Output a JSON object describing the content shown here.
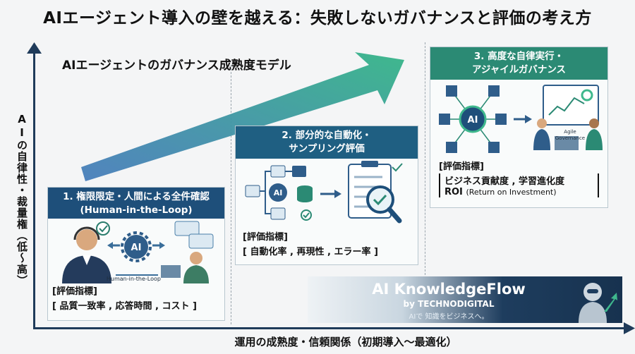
{
  "title": "AIエージェント導入の壁を越える：失敗しないガバナンスと評価の考え方",
  "model_title": "AIエージェントのガバナンス成熟度モデル",
  "axes": {
    "y_label": "AIの自律性・裁量権（低〜高）",
    "x_label": "運用の成熟度・信頼関係（初期導入〜最適化）"
  },
  "stages": [
    {
      "title_line1": "1. 権限限定・人間による全件確認",
      "title_line2": "(Human-in-the-Loop)",
      "header_color": "#1e4f7a",
      "illustration_ai": "AI",
      "illustration_label": "Human-in-the-Loop",
      "metrics_label": "[評価指標]",
      "metrics": "[ 品質一致率 , 応答時間 , コスト ]"
    },
    {
      "title_line1": "2. 部分的な自動化・",
      "title_line2": "サンプリング評価",
      "header_color": "#1f5f82",
      "illustration_ai": "AI",
      "metrics_label": "[評価指標]",
      "metrics": "[ 自動化率 , 再現性 , エラー率 ]"
    },
    {
      "title_line1": "3. 高度な自律実行・",
      "title_line2": "アジャイルガバナンス",
      "header_color": "#2b8a74",
      "illustration_ai": "AI",
      "illustration_label_1": "Agile",
      "illustration_label_2": "Governance",
      "metrics_label": "[評価指標]",
      "metrics_line1": "ビジネス貢献度 , 学習進化度",
      "metrics_line2_strong": "ROI",
      "metrics_line2_rest": "(Return on Investment)"
    }
  ],
  "banner": {
    "title": "AI KnowledgeFlow",
    "subtitle": "by TECHNODIGITAL",
    "tagline": "AIで 知識をビジネスへ。"
  },
  "colors": {
    "axis": "#1f3b5a",
    "arrow_start": "#3f77b8",
    "arrow_end": "#3fb88d",
    "stage1": "#1e4f7a",
    "stage2": "#1f5f82",
    "stage3": "#2b8a74"
  }
}
